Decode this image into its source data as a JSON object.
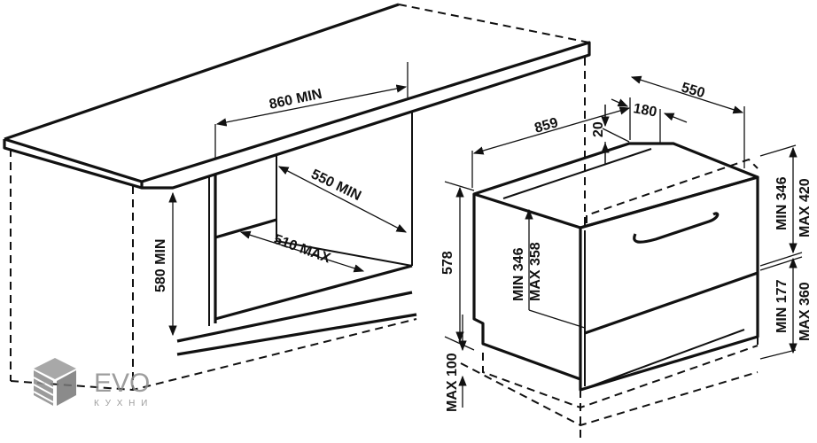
{
  "cabinet_labels": {
    "width": "860 MIN",
    "depth": "550 MIN",
    "inner_depth": "510 MAX",
    "height": "580 MIN"
  },
  "appliance_labels": {
    "width": "859",
    "depth": "550",
    "rear_gap": "180",
    "top_gap": "20",
    "height": "578",
    "plinth": "MAX 100",
    "drawer_min": "MIN 346",
    "drawer_max": "MAX 358",
    "upper_min": "MIN 346",
    "upper_max": "MAX 420",
    "lower_min": "MIN 177",
    "lower_max": "MAX 360"
  },
  "logo": {
    "brand": "EVO",
    "sub": "К У Х Н И"
  },
  "colors": {
    "line": "#111111",
    "logo": "#8c8c8c"
  }
}
